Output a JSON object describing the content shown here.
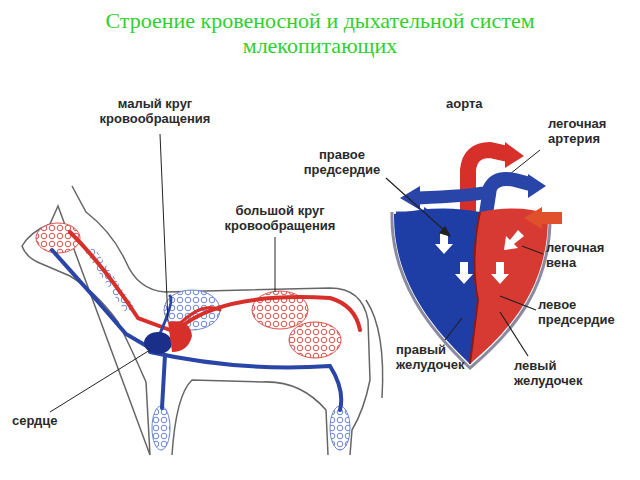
{
  "diagram": {
    "title": "Строение кровеносной и дыхательной систем млекопитающих",
    "labels": [
      "малый круг кровообращения",
      "аорта",
      "легочная артерия",
      "правое предсердие",
      "большой круг кровообращения",
      "легочная вена",
      "левое предсердие",
      "правый желудочек",
      "левый желудочек",
      "сердце"
    ]
  }
}
